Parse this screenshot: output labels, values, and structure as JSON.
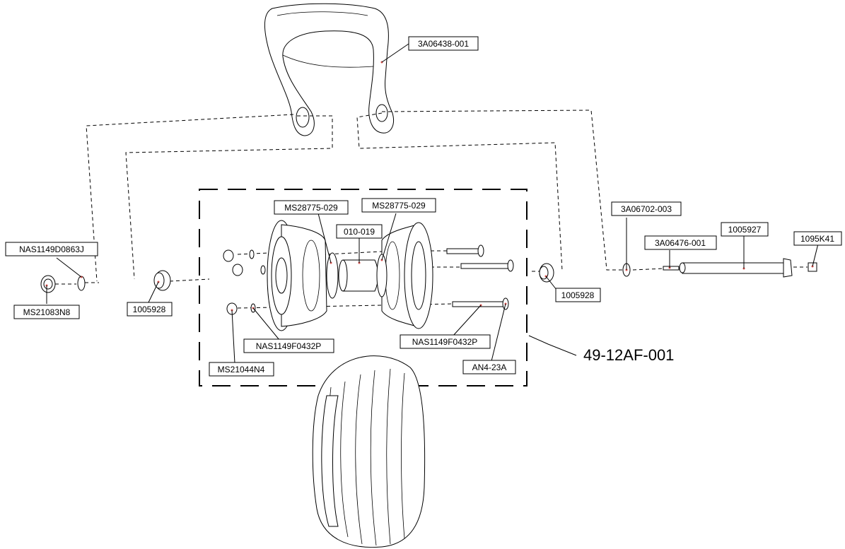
{
  "assembly_label": "49-12AF-001",
  "callouts": {
    "fork": "3A06438-001",
    "bolt_left": "NAS1149D0863J",
    "nut_left": "MS21083N8",
    "spacer_left": "1005928",
    "ms28775_a": "MS28775-029",
    "ms28775_b": "MS28775-029",
    "oring": "010-019",
    "spacer_right": "1005928",
    "washer_right": "3A06702-003",
    "pin": "3A06476-001",
    "axle": "1005927",
    "nut_right": "1095K41",
    "washer_bottom_left": "NAS1149F0432P",
    "washer_bottom_right": "NAS1149F0432P",
    "nut_bottom": "MS21044N4",
    "bolt_bottom": "AN4-23A"
  }
}
